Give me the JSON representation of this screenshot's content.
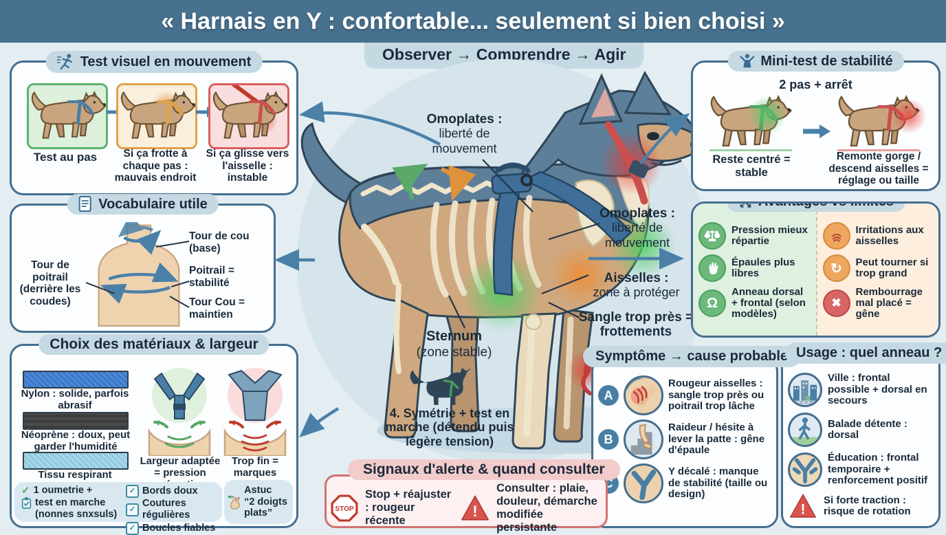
{
  "colors": {
    "header_bg": "#47718e",
    "page_bg": "#e3edf2",
    "panel_border": "#456e8e",
    "pill_bg": "#c5d9e3",
    "text": "#1a2a3a",
    "arrow": "#4a80a8",
    "good_green": "#5aa86a",
    "warn_orange": "#e0923a",
    "bad_red": "#cc5a5a",
    "pros_bg": "#def0df",
    "cons_bg": "#fdeedd",
    "alert_bg": "#fdf0f0",
    "alert_border": "#cf7272",
    "alert_pill": "#f2cbcb"
  },
  "header": {
    "title": "« Harnais en Y : confortable... seulement si bien choisi »",
    "subtitle": "Observer → Comprendre → Agir"
  },
  "center_labels": {
    "omoplates_left_head": "Omoplates :",
    "omoplates_left_rest": "liberté de mouvement",
    "omoplates_right_head": "Omoplates :",
    "omoplates_right_rest": "liberté de mouvement",
    "aisselles_head": "Aisselles :",
    "aisselles_rest": "zone à protéger",
    "sangle": "Sangle trop près = frottements",
    "sternum_head": "Sternum",
    "sternum_rest": "(zone stable)",
    "symetrie": "4. Symétrie + test en marche (détendu puis légère tension)"
  },
  "test_visuel": {
    "title": "Test visuel en mouvement",
    "cards": [
      {
        "label": "Test au pas"
      },
      {
        "label": "Si ça frotte à chaque pas : mauvais endroit"
      },
      {
        "label": "Si ça glisse vers l'aisselle : instable"
      }
    ]
  },
  "vocabulaire": {
    "title": "Vocabulaire utile",
    "poitrail": "Tour de poitrail (derrière les coudes)",
    "cou": "Tour de cou (base)",
    "poitrail_stab": "Poitrail = stabilité",
    "cou_maintien": "Tour Cou = maintien"
  },
  "materiaux": {
    "title": "Choix des matériaux & largeur",
    "strips": [
      {
        "label": "Nylon : solide, parfois abrasif"
      },
      {
        "label": "Néoprène : doux, peut garder l'humidité"
      },
      {
        "label": "Tissu respirant"
      }
    ],
    "largeur_ok": "Largeur adaptée = pression répartie",
    "largeur_bad": "Trop fin = marques rouges",
    "check_main": [
      "1 oumetrie +",
      "test en marche",
      "(nonnes snxsuls)"
    ],
    "checks": [
      "Bords doux",
      "Coutures régulières",
      "Boucles fiables"
    ],
    "astuce_title": "Astuc",
    "astuce_text": "“2 doigts plats”"
  },
  "mini_test": {
    "title": "Mini-test de stabilité",
    "subtitle": "2 pas + arrêt",
    "ok": "Reste centré = stable",
    "bad": "Remonte gorge / descend aisselles = réglage ou taille"
  },
  "avantages": {
    "title": "Avantages vs limites",
    "pros": [
      {
        "label": "Pression mieux répartie"
      },
      {
        "label": "Épaules plus libres"
      },
      {
        "label": "Anneau dorsal + frontal (selon modèles)"
      }
    ],
    "cons": [
      {
        "label": "Irritations aux aisselles"
      },
      {
        "label": "Peut tourner si trop grand"
      },
      {
        "label": "Rembourrage mal placé = gêne"
      }
    ]
  },
  "symptome": {
    "title": "Symptôme → cause probable",
    "items": [
      {
        "badge": "A",
        "label": "Rougeur aisselles : sangle trop près ou poitrail trop lâche"
      },
      {
        "badge": "B",
        "label": "Raideur / hésite à lever la patte : gêne d'épaule"
      },
      {
        "badge": "C",
        "label": "Y décalé : manque de stabilité (taille ou design)"
      }
    ]
  },
  "usage": {
    "title": "Usage : quel anneau ?",
    "items": [
      {
        "label": "Ville : frontal possible + dorsal en secours"
      },
      {
        "label": "Balade détente : dorsal"
      },
      {
        "label": "Éducation : frontal temporaire + renforcement positif"
      },
      {
        "label": "Si forte traction : risque de rotation"
      }
    ]
  },
  "signaux": {
    "title": "Signaux d'alerte & quand consulter",
    "stop_label": "STOP",
    "stop_text": "Stop + réajuster : rougeur récente",
    "consult_text": "Consulter : plaie, douleur, démarche modifiée persistante"
  }
}
